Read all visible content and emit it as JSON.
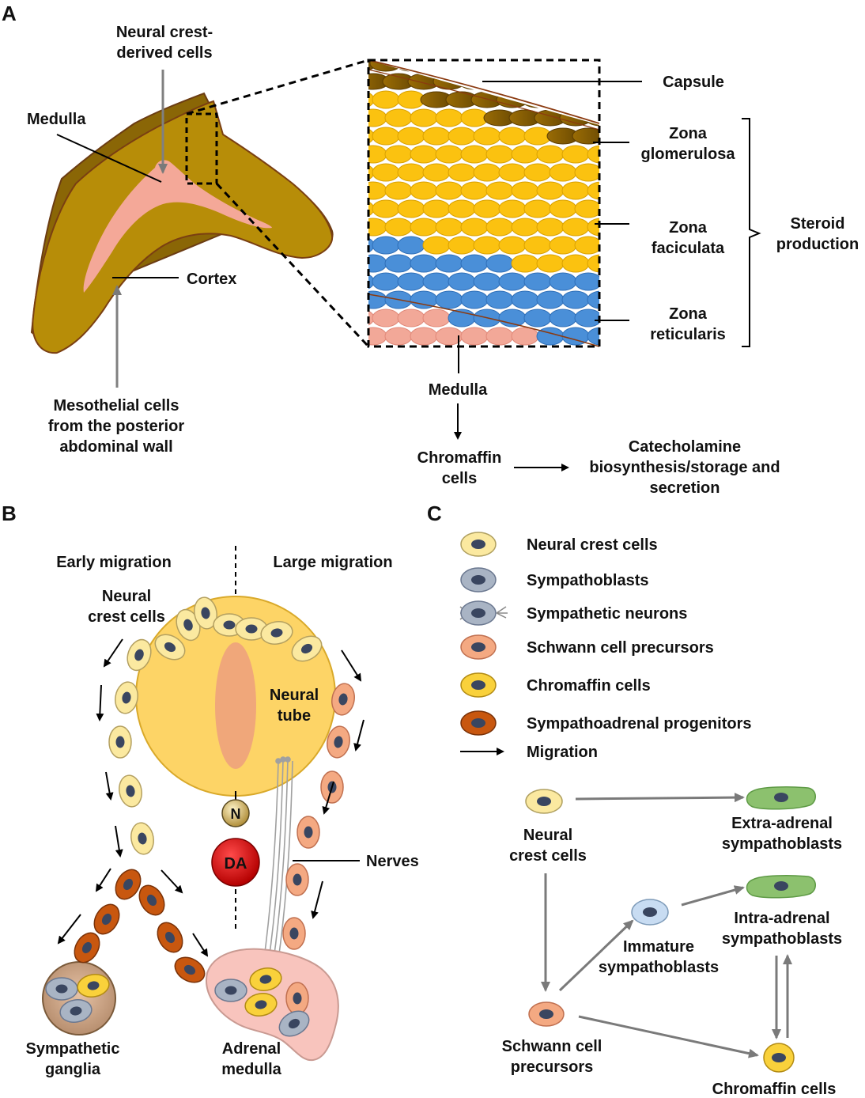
{
  "panels": {
    "a": "A",
    "b": "B",
    "c": "C"
  },
  "panelA": {
    "neural_crest_derived_line1": "Neural crest-",
    "neural_crest_derived_line2": "derived cells",
    "medulla_left": "Medulla",
    "cortex": "Cortex",
    "mesothelial_line1": "Mesothelial cells",
    "mesothelial_line2": "from the posterior",
    "mesothelial_line3": "abdominal wall",
    "capsule": "Capsule",
    "zona_glomerulosa_line1": "Zona",
    "zona_glomerulosa_line2": "glomerulosa",
    "zona_faciculata_line1": "Zona",
    "zona_faciculata_line2": "faciculata",
    "zona_reticularis_line1": "Zona",
    "zona_reticularis_line2": "reticularis",
    "steroid_line1": "Steroid",
    "steroid_line2": "production",
    "medulla_bottom": "Medulla",
    "chromaffin_line1": "Chromaffin",
    "chromaffin_line2": "cells",
    "catecholamine_line1": "Catecholamine",
    "catecholamine_line2": "biosynthesis/storage and",
    "catecholamine_line3": "secretion"
  },
  "panelB": {
    "early_migration": "Early migration",
    "large_migration": "Large migration",
    "ncc_line1": "Neural",
    "ncc_line2": "crest cells",
    "neural_tube_line1": "Neural",
    "neural_tube_line2": "tube",
    "n": "N",
    "da": "DA",
    "nerves": "Nerves",
    "ganglia_line1": "Sympathetic",
    "ganglia_line2": "ganglia",
    "adrenal_line1": "Adrenal",
    "adrenal_line2": "medulla"
  },
  "panelC": {
    "legend": [
      {
        "label": "Neural crest cells",
        "color": "#fbe9a0"
      },
      {
        "label": "Sympathoblasts",
        "color": "#a9b4c4"
      },
      {
        "label": "Sympathetic neurons",
        "color": "#a9b4c4"
      },
      {
        "label": "Schwann cell precursors",
        "color": "#f4a982"
      },
      {
        "label": "Chromaffin cells",
        "color": "#f9d13b"
      },
      {
        "label": "Sympathoadrenal progenitors",
        "color": "#c8570f"
      },
      {
        "label": "Migration",
        "color": "#000000"
      }
    ],
    "ncc_line1": "Neural",
    "ncc_line2": "crest cells",
    "extra_line1": "Extra-adrenal",
    "extra_line2": "sympathoblasts",
    "intra_line1": "Intra-adrenal",
    "intra_line2": "sympathoblasts",
    "immature_line1": "Immature",
    "immature_line2": "sympathoblasts",
    "scp_line1": "Schwann cell",
    "scp_line2": "precursors",
    "chromaffin": "Chromaffin cells"
  },
  "colors": {
    "cortex": "#b78d08",
    "cortex_dark": "#7d5f05",
    "medulla_pink": "#f4a898",
    "zona_yellow": "#fbc210",
    "zona_blue": "#4a8fd8",
    "neural_tube": "#fdd466",
    "ncc_cell": "#fbe9a0",
    "nucleus": "#3a4660",
    "progenitor": "#c8570f",
    "scp": "#f4a982",
    "green": "#8cc16e",
    "da_red": "#e00000"
  }
}
